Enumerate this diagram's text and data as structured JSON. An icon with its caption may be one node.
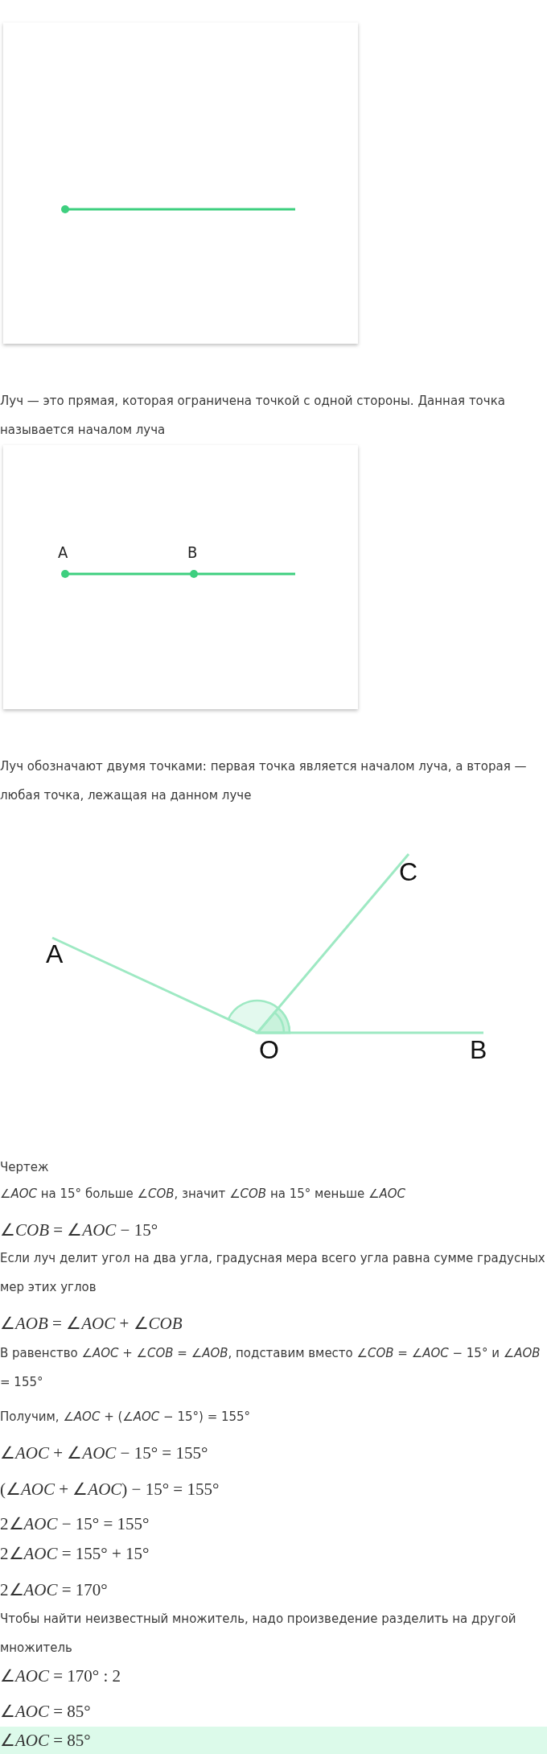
{
  "diagram": {
    "labels": [
      "Луч — это прямая, которая ограничена точкой с одной стороны. Данная точка называется началом луча",
      "A",
      "B",
      "Луч обозначают двумя точками: первая точка является началом луча, а вторая — любая точка, лежащая на данном луче",
      "C",
      "A",
      "O",
      "B",
      "Чертеж",
      "∠*AOC* на 15° больше ∠*COB*, значит ∠*COB* на 15° меньше ∠*AOC*",
      "∠*COB* = ∠*AOC* − 15°",
      "Если луч делит угол на два угла, градусная мера всего угла равна сумме градусных мер этих углов",
      "∠*AOB* = ∠*AOC* + ∠*COB*",
      "В равенство ∠*AOC* + ∠*COB* = ∠*AOB*, подставим вместо ∠*COB* = ∠*AOC* − 15° и ∠*AOB* = 155°",
      "Получим, ∠*AOC* + (∠*AOC* − 15°) = 155°",
      "∠*AOC* + ∠*AOC* − 15° = 155°",
      "(∠*AOC* + ∠*AOC*) − 15° = 155°",
      "2∠*AOC* − 15° = 155°",
      "2∠*AOC* = 155° + 15°",
      "2∠*AOC* = 170°",
      "Чтобы найти неизвестный множитель, надо произведение разделить на другой множитель",
      "∠*AOC* = 170° : 2",
      "∠*AOC* = 85°",
      "∠*AOC* = 85°"
    ]
  }
}
